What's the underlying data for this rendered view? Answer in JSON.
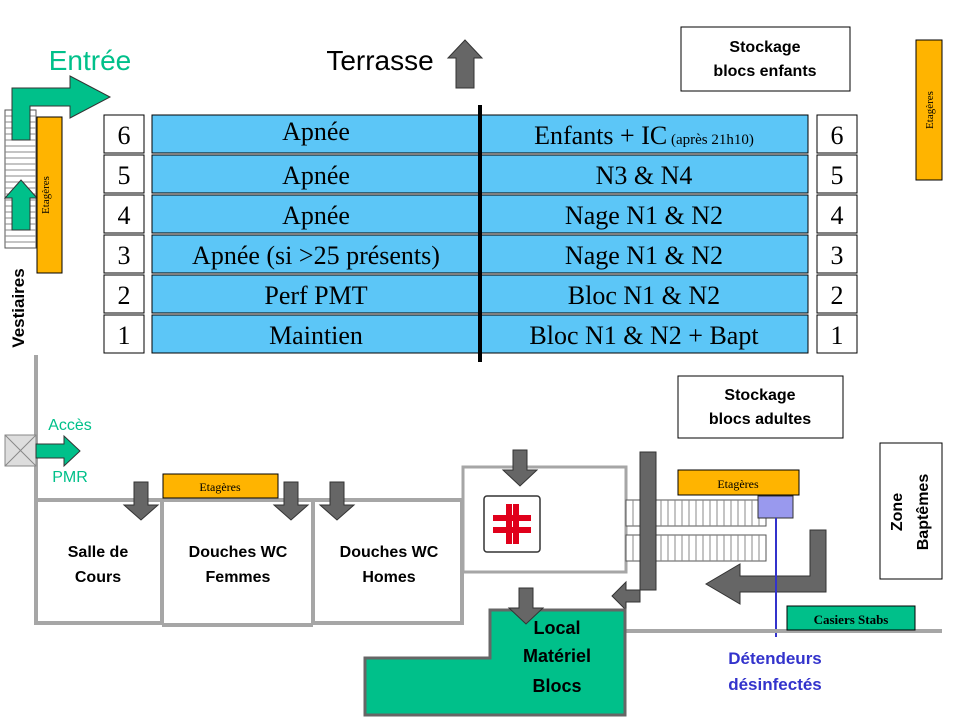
{
  "colors": {
    "lane_blue": "#5cc6f7",
    "green": "#00c08a",
    "orange": "#ffb400",
    "grey_arrow": "#666666",
    "wall": "#a6a6a6",
    "purple": "#3333cc",
    "red": "#e0001b"
  },
  "labels": {
    "entree": "Entrée",
    "terrasse": "Terrasse",
    "stockage_enfants": [
      "Stockage",
      "blocs enfants"
    ],
    "stockage_adultes": [
      "Stockage",
      "blocs adultes"
    ],
    "vestiaires": "Vestiaires",
    "acces": "Accès",
    "pmr": "PMR",
    "zone_baptemes": [
      "Zone",
      "Baptêmes"
    ],
    "salle_cours": [
      "Salle de",
      "Cours"
    ],
    "douches_femmes": [
      "Douches WC",
      "Femmes"
    ],
    "douches_hommes": [
      "Douches WC",
      "Homes"
    ],
    "local_materiel": [
      "Local",
      "Matériel",
      "Blocs"
    ],
    "detendeurs": [
      "Détendeurs",
      "désinfectés"
    ],
    "casiers_stabs": "Casiers Stabs",
    "etageres_small": "Etagères",
    "etageres_vertical": "Etagères"
  },
  "lanes": [
    {
      "number": "6",
      "left": "Apnée",
      "right": "Enfants + IC",
      "right_note": "(après 21h10)"
    },
    {
      "number": "5",
      "left": "Apnée",
      "right": "N3 & N4",
      "right_note": ""
    },
    {
      "number": "4",
      "left": "Apnée",
      "right": "Nage N1 & N2",
      "right_note": ""
    },
    {
      "number": "3",
      "left": "Apnée (si >25 présents)",
      "right": "Nage N1 & N2",
      "right_note": ""
    },
    {
      "number": "2",
      "left": "Perf PMT",
      "right": "Bloc N1 & N2",
      "right_note": ""
    },
    {
      "number": "1",
      "left": "Maintien",
      "right": "Bloc N1 & N2 + Bapt",
      "right_note": ""
    }
  ]
}
